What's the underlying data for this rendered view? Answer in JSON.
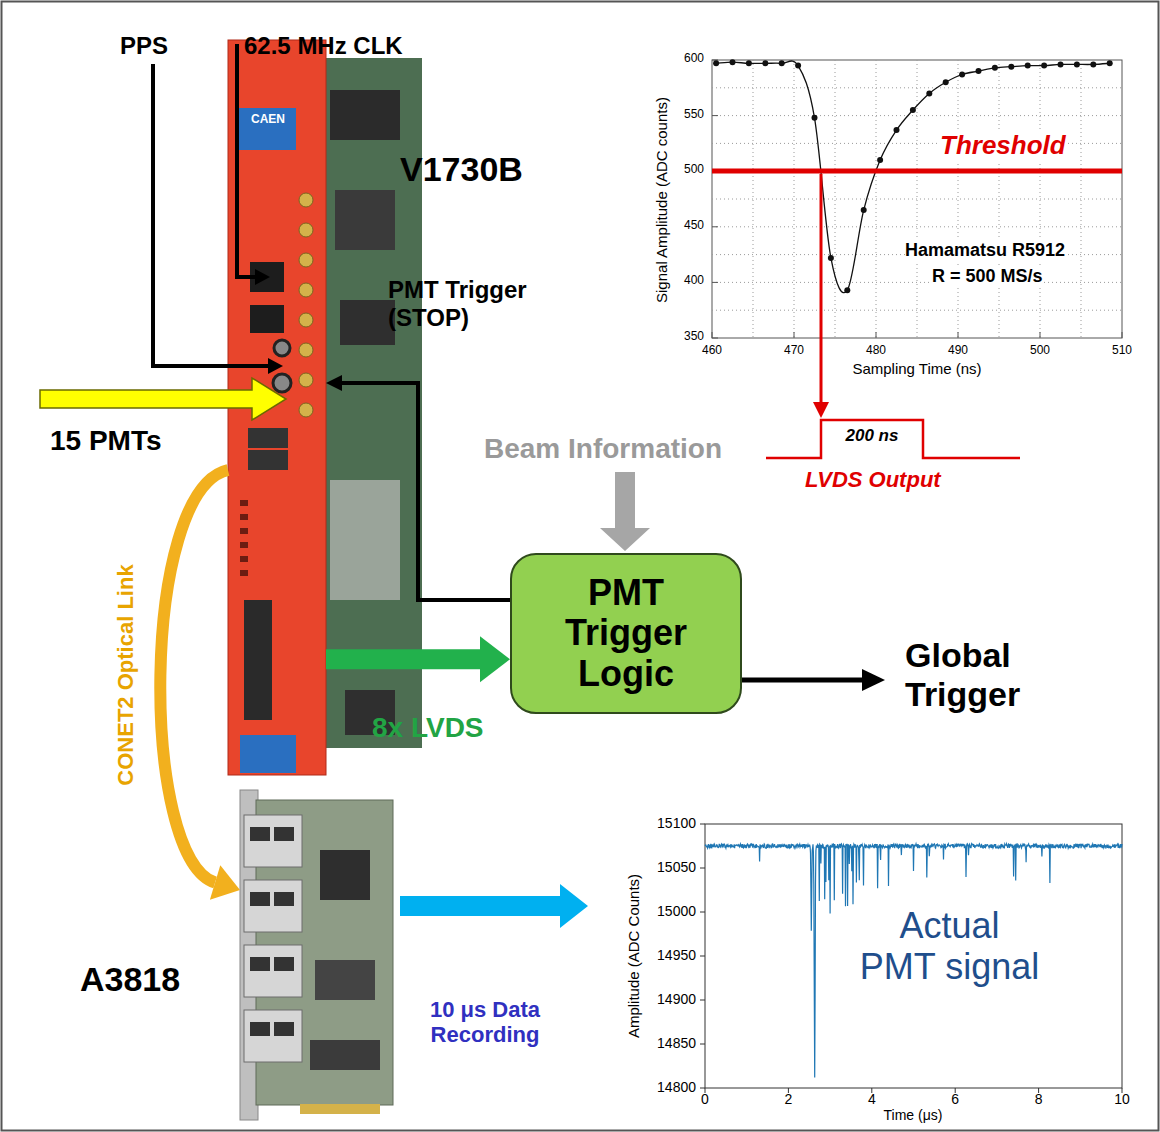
{
  "diagram": {
    "nodes": [
      {
        "text": [
          "V1730B"
        ]
      },
      {
        "text": [
          "PMT Trigger Logic"
        ]
      },
      {
        "text": [
          "A3818"
        ]
      }
    ],
    "edges": [
      {
        "from": 0,
        "to": 1,
        "arrow": "to",
        "label": "8x LVDS"
      },
      {
        "from": 1,
        "to": 0,
        "arrow": "to",
        "label": "PMT Trigger (STOP)"
      },
      {
        "from": 0,
        "to": 2,
        "arrow": "to",
        "label": "CONET2 Optical Link"
      }
    ],
    "labels": [
      "PPS",
      "62.5 MHz CLK",
      "15 PMTs",
      "Beam Information",
      "Global Trigger",
      "Signal Amplitude (ADC counts)",
      "600",
      "550",
      "500",
      "450",
      "400",
      "350",
      "460",
      "470",
      "480",
      "490",
      "500",
      "510",
      "Sampling Time (ns)",
      "Threshold",
      "Hamamatsu R5912",
      "R = 500 MS/s",
      "200 ns",
      "LVDS Output",
      "10 μs Data Recording",
      "Amplitude (ADC Counts)",
      "15100",
      "15050",
      "15000",
      "14950",
      "14900",
      "14850",
      "14800",
      "0",
      "2",
      "4",
      "6",
      "8",
      "10",
      "Time (μs)",
      "Actual PMT signal",
      "CAEN"
    ]
  }
}
